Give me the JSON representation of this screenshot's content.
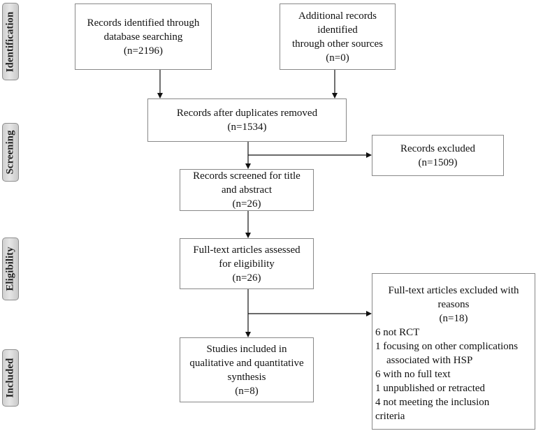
{
  "phases": {
    "identification": "Identification",
    "screening": "Screening",
    "eligibility": "Eligibility",
    "included": "Included"
  },
  "boxes": {
    "db_search": {
      "line1": "Records identified through",
      "line2": "database searching",
      "line3": "(n=2196)"
    },
    "other_sources": {
      "line1": "Additional records identified",
      "line2": "through other sources",
      "line3": "(n=0)"
    },
    "duplicates_removed": {
      "line1": "Records after duplicates removed",
      "line2": "(n=1534)"
    },
    "records_excluded": {
      "line1": "Records excluded",
      "line2": "(n=1509)"
    },
    "screened": {
      "line1": "Records screened for title",
      "line2": "and abstract",
      "line3": "(n=26)"
    },
    "fulltext_assessed": {
      "line1": "Full-text articles assessed",
      "line2": "for eligibility",
      "line3": "(n=26)"
    },
    "fulltext_excluded": {
      "line1": "Full-text articles excluded with",
      "line2": "reasons",
      "line3": "(n=18)",
      "reasons": [
        "6 not RCT",
        "1 focusing on other complications",
        "associated with HSP",
        "6 with no full text",
        "1 unpublished or retracted",
        "4 not meeting the inclusion",
        "criteria"
      ]
    },
    "included": {
      "line1": "Studies included in",
      "line2": "qualitative and quantitative",
      "line3": "synthesis",
      "line4": "(n=8)"
    }
  }
}
